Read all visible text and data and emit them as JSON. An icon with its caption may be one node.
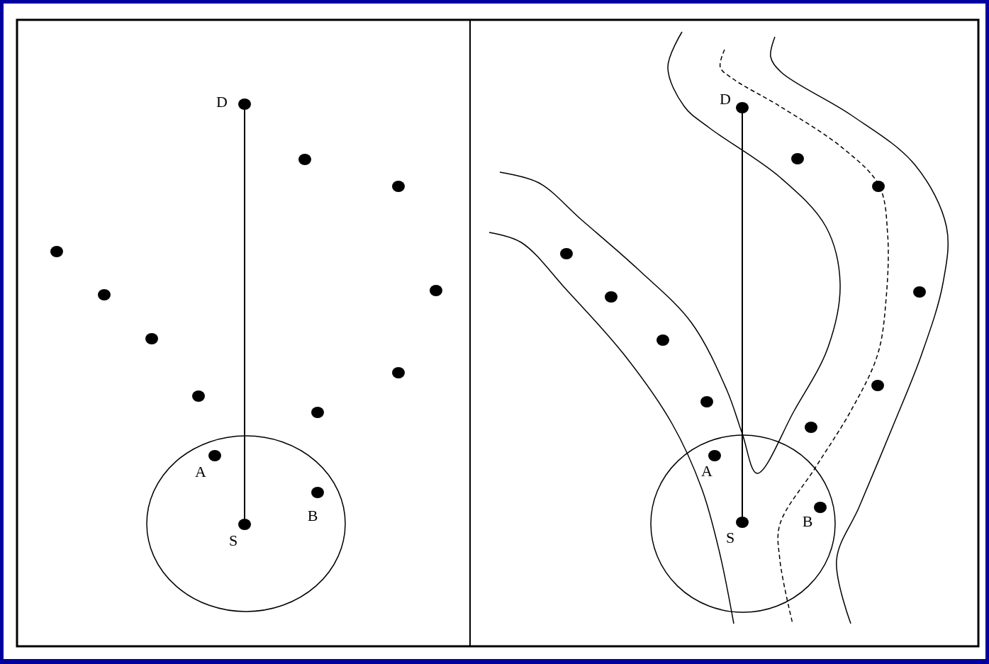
{
  "diagram": {
    "nodes": [
      {
        "text": [
          "D"
        ]
      },
      {
        "text": [],
        "shape": "circle"
      },
      {
        "text": [],
        "shape": "circle"
      },
      {
        "text": [],
        "shape": "circle"
      },
      {
        "text": [],
        "shape": "circle"
      },
      {
        "text": [],
        "shape": "circle"
      },
      {
        "text": [],
        "shape": "circle"
      },
      {
        "text": [],
        "shape": "circle"
      },
      {
        "text": [],
        "shape": "circle"
      },
      {
        "text": [],
        "shape": "circle"
      },
      {
        "text": [
          "A"
        ]
      },
      {
        "text": [
          "B"
        ]
      },
      {
        "text": [
          "S"
        ]
      },
      {
        "text": [
          "D"
        ]
      },
      {
        "text": [],
        "shape": "circle"
      },
      {
        "text": [],
        "shape": "circle"
      },
      {
        "text": [],
        "shape": "circle"
      },
      {
        "text": [],
        "shape": "circle"
      },
      {
        "text": [],
        "shape": "circle"
      },
      {
        "text": [],
        "shape": "circle"
      },
      {
        "text": [],
        "shape": "circle"
      },
      {
        "text": [],
        "shape": "circle"
      },
      {
        "text": [],
        "shape": "circle"
      },
      {
        "text": [
          "A"
        ]
      },
      {
        "text": [
          "B"
        ]
      },
      {
        "text": [
          "S"
        ]
      }
    ],
    "edges": [
      {
        "from": 0,
        "to": 12,
        "arrow": "none"
      },
      {
        "from": 13,
        "to": 25,
        "arrow": "none"
      }
    ]
  }
}
